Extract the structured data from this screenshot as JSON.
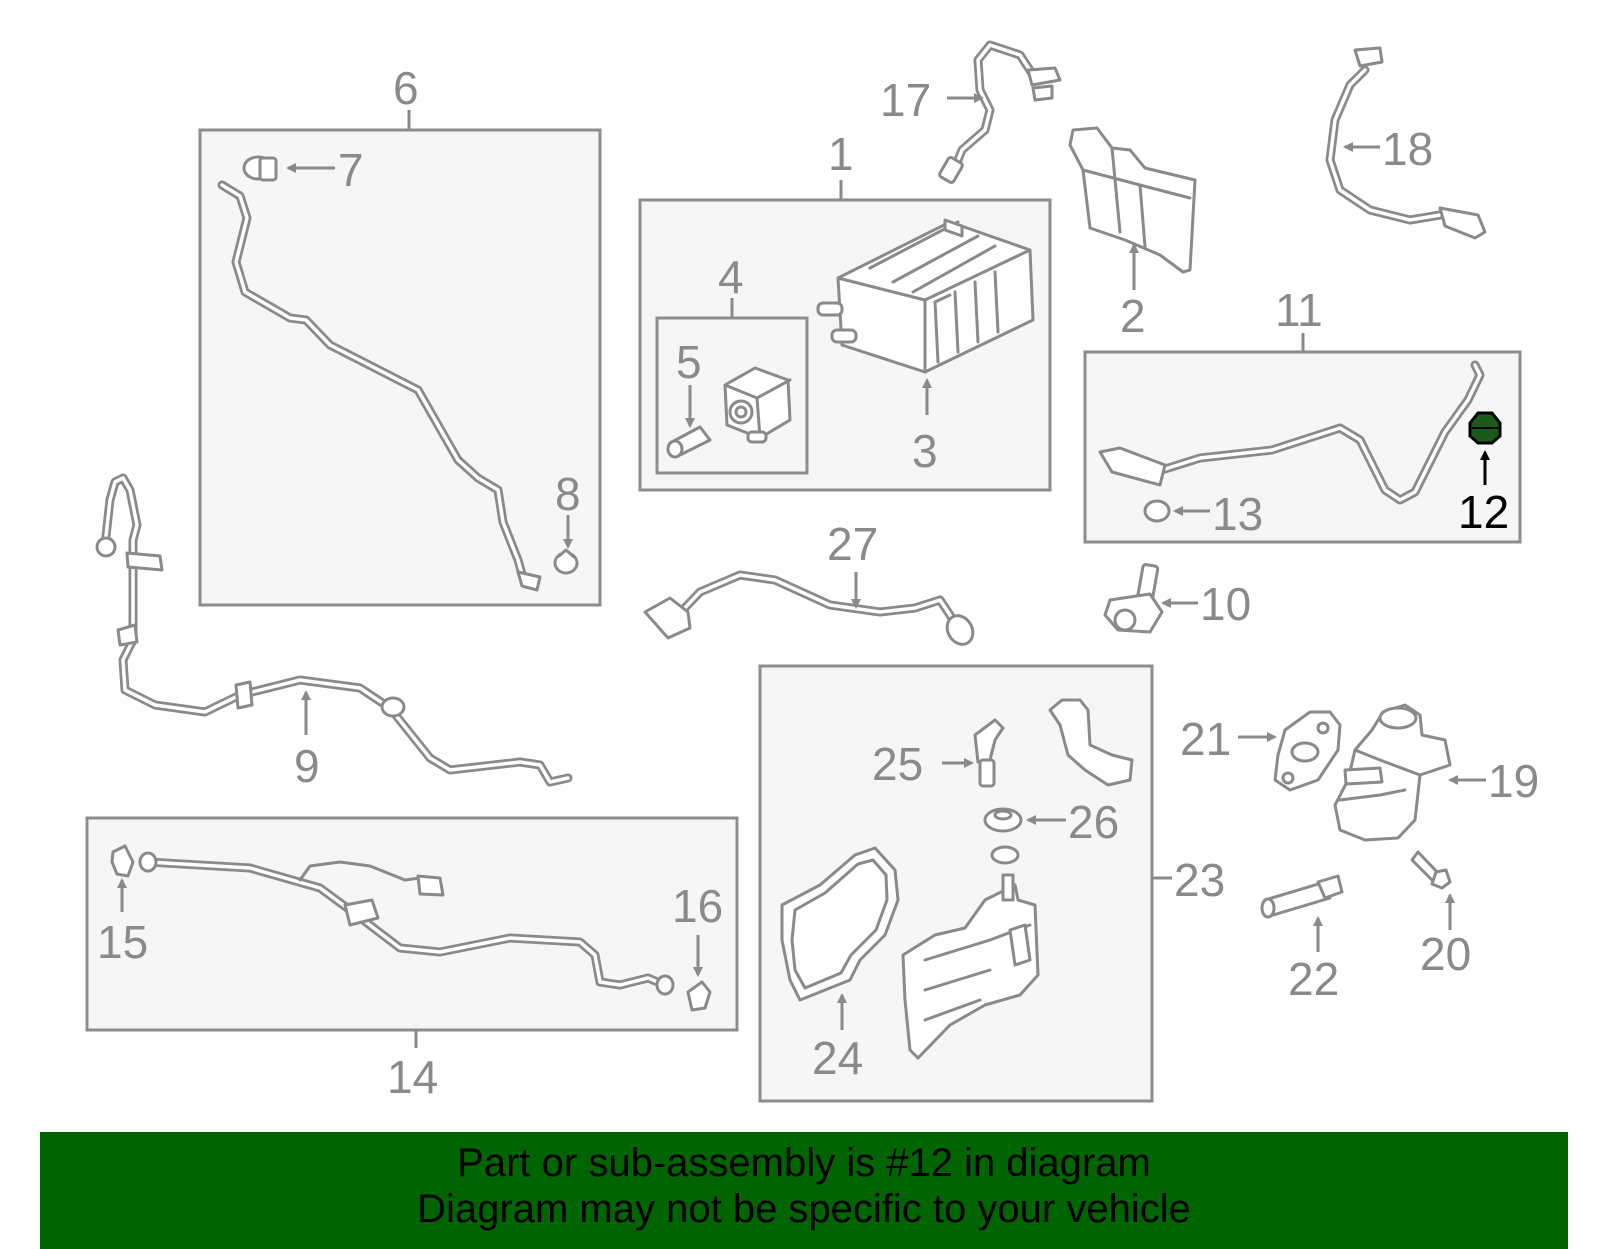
{
  "diagram": {
    "highlighted_part": "12",
    "callouts": {
      "c1": "1",
      "c2": "2",
      "c3": "3",
      "c4": "4",
      "c5": "5",
      "c6": "6",
      "c7": "7",
      "c8": "8",
      "c9": "9",
      "c10": "10",
      "c11": "11",
      "c12": "12",
      "c13": "13",
      "c14": "14",
      "c15": "15",
      "c16": "16",
      "c17": "17",
      "c18": "18",
      "c19": "19",
      "c20": "20",
      "c21": "21",
      "c22": "22",
      "c23": "23",
      "c24": "24",
      "c25": "25",
      "c26": "26",
      "c27": "27"
    },
    "colors": {
      "line": "#8a8a8a",
      "box_fill": "#f6f6f6",
      "highlight": "#000000",
      "highlight_part": "#1a5a1a",
      "banner": "#006400"
    }
  },
  "banner": {
    "line1": "Part or sub-assembly is #12 in diagram",
    "line2": "Diagram may not be specific to your vehicle"
  }
}
